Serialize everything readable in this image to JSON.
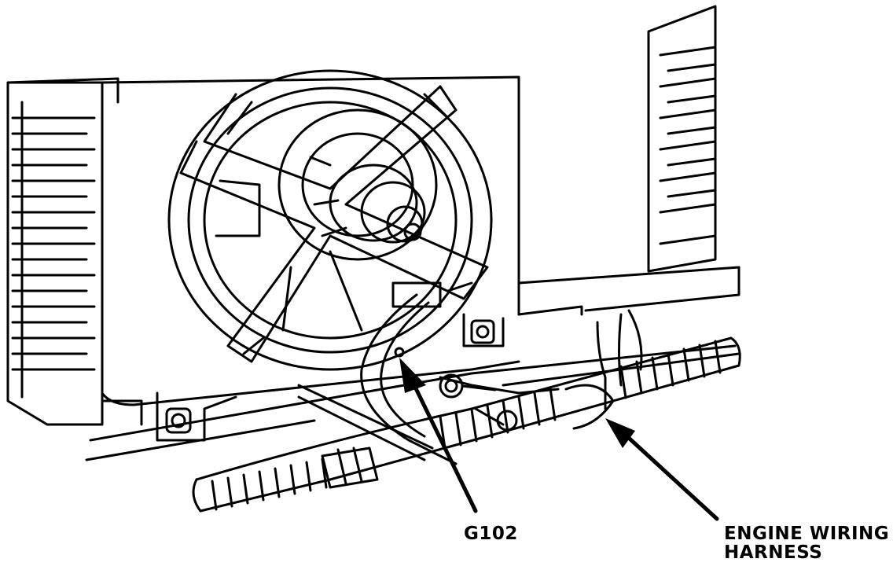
{
  "diagram": {
    "callouts": {
      "g102": "G102",
      "harness_line1": "ENGINE WIRING",
      "harness_line2": "HARNESS"
    },
    "colors": {
      "ink": "#000000",
      "paper": "#ffffff"
    }
  }
}
